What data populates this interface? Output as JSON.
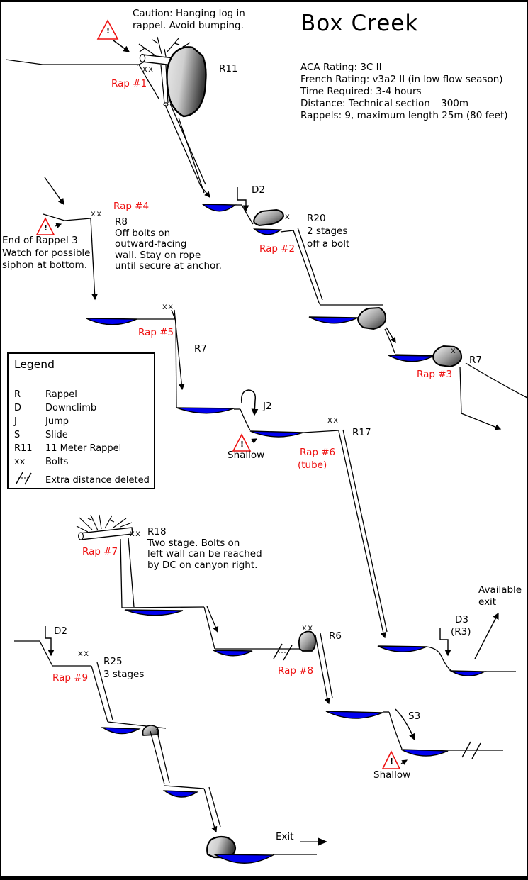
{
  "title": "Box Creek",
  "info_lines": [
    "ACA Rating: 3C II",
    "French Rating: v3a2 II (in low flow season)",
    "Time Required: 3-4 hours",
    "Distance: Technical section – 300m",
    "Rappels: 9, maximum length 25m (80 feet)"
  ],
  "caution": [
    "Caution: Hanging log in",
    "rappel. Avoid bumping."
  ],
  "legend": {
    "title": "Legend",
    "rows": [
      {
        "symbol": "R",
        "label": "Rappel"
      },
      {
        "symbol": "D",
        "label": "Downclimb"
      },
      {
        "symbol": "J",
        "label": "Jump"
      },
      {
        "symbol": "S",
        "label": "Slide"
      },
      {
        "symbol": "R11",
        "label": "11 Meter Rappel"
      },
      {
        "symbol": "xx",
        "label": "Bolts"
      },
      {
        "symbol": "//",
        "label": "Extra distance deleted"
      }
    ]
  },
  "labels": {
    "rap1": "Rap #1",
    "rap2": "Rap #2",
    "rap3": "Rap #3",
    "rap4": "Rap #4",
    "rap5": "Rap #5",
    "rap6": "Rap #6",
    "rap6_tube": "(tube)",
    "rap7": "Rap #7",
    "rap8": "Rap #8",
    "rap9": "Rap #9",
    "r11": "R11",
    "d2_top": "D2",
    "d2_bottom": "D2",
    "r20": [
      "R20",
      "2 stages",
      "off a bolt"
    ],
    "r7_top": "R7",
    "r7_mid": "R7",
    "r8_note": [
      "R8",
      "Off bolts on",
      "outward-facing",
      "wall. Stay on rope",
      "until secure at anchor."
    ],
    "end_of_rappel_3": [
      "End of Rappel 3",
      "Watch for possible",
      "siphon at bottom."
    ],
    "j2": "J2",
    "shallow_1": "Shallow",
    "shallow_2": "Shallow",
    "r17": "R17",
    "r18_note": [
      "R18",
      "Two stage. Bolts on",
      "left wall can be reached",
      "by DC on canyon right."
    ],
    "d3": [
      "D3",
      "(R3)"
    ],
    "available_exit": [
      "Available",
      "exit"
    ],
    "r25": [
      "R25",
      "3 stages"
    ],
    "r6": "R6",
    "s3": "S3",
    "exit": "Exit",
    "bolts": "xx",
    "bolt_single": "x",
    "warning_mark": "!"
  },
  "colors": {
    "red": "#ee1111",
    "pool_blue": "#0000ee",
    "line": "#000000",
    "exit_arrow_gray": "#777777"
  }
}
